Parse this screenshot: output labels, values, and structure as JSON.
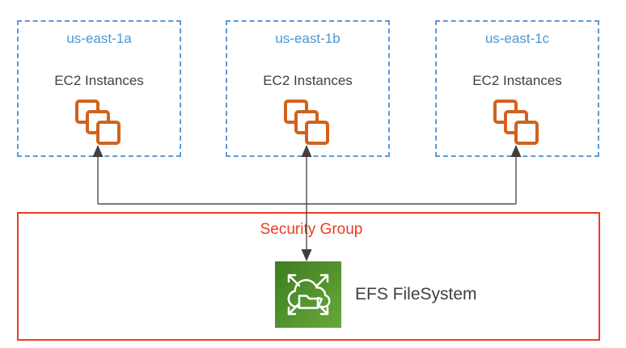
{
  "availability_zones": [
    {
      "name": "us-east-1a",
      "instances_label": "EC2 Instances",
      "icon": "ec2-instances-stack-icon"
    },
    {
      "name": "us-east-1b",
      "instances_label": "EC2 Instances",
      "icon": "ec2-instances-stack-icon"
    },
    {
      "name": "us-east-1c",
      "instances_label": "EC2 Instances",
      "icon": "ec2-instances-stack-icon"
    }
  ],
  "security_group": {
    "label": "Security Group"
  },
  "efs": {
    "label": "EFS FileSystem",
    "icon": "efs-cloud-folder-icon"
  },
  "connections": [
    {
      "from": "EFS FileSystem",
      "to": "EC2 Instances (us-east-1a)",
      "style": "arrow-into-instances"
    },
    {
      "from": "EFS FileSystem",
      "to": "EC2 Instances (us-east-1b)",
      "style": "double-headed-arrow"
    },
    {
      "from": "EFS FileSystem",
      "to": "EC2 Instances (us-east-1c)",
      "style": "arrow-into-instances"
    }
  ],
  "colors": {
    "az_border_blue": "#5B9BD5",
    "az_label_blue": "#4A96D2",
    "dark_text": "#3F3F3F",
    "ec2_orange": "#D2611C",
    "security_red": "#EE3A21",
    "connector_gray": "#4D4D4D",
    "efs_green_dark": "#3E7D1F",
    "efs_green_light": "#67A83C"
  }
}
